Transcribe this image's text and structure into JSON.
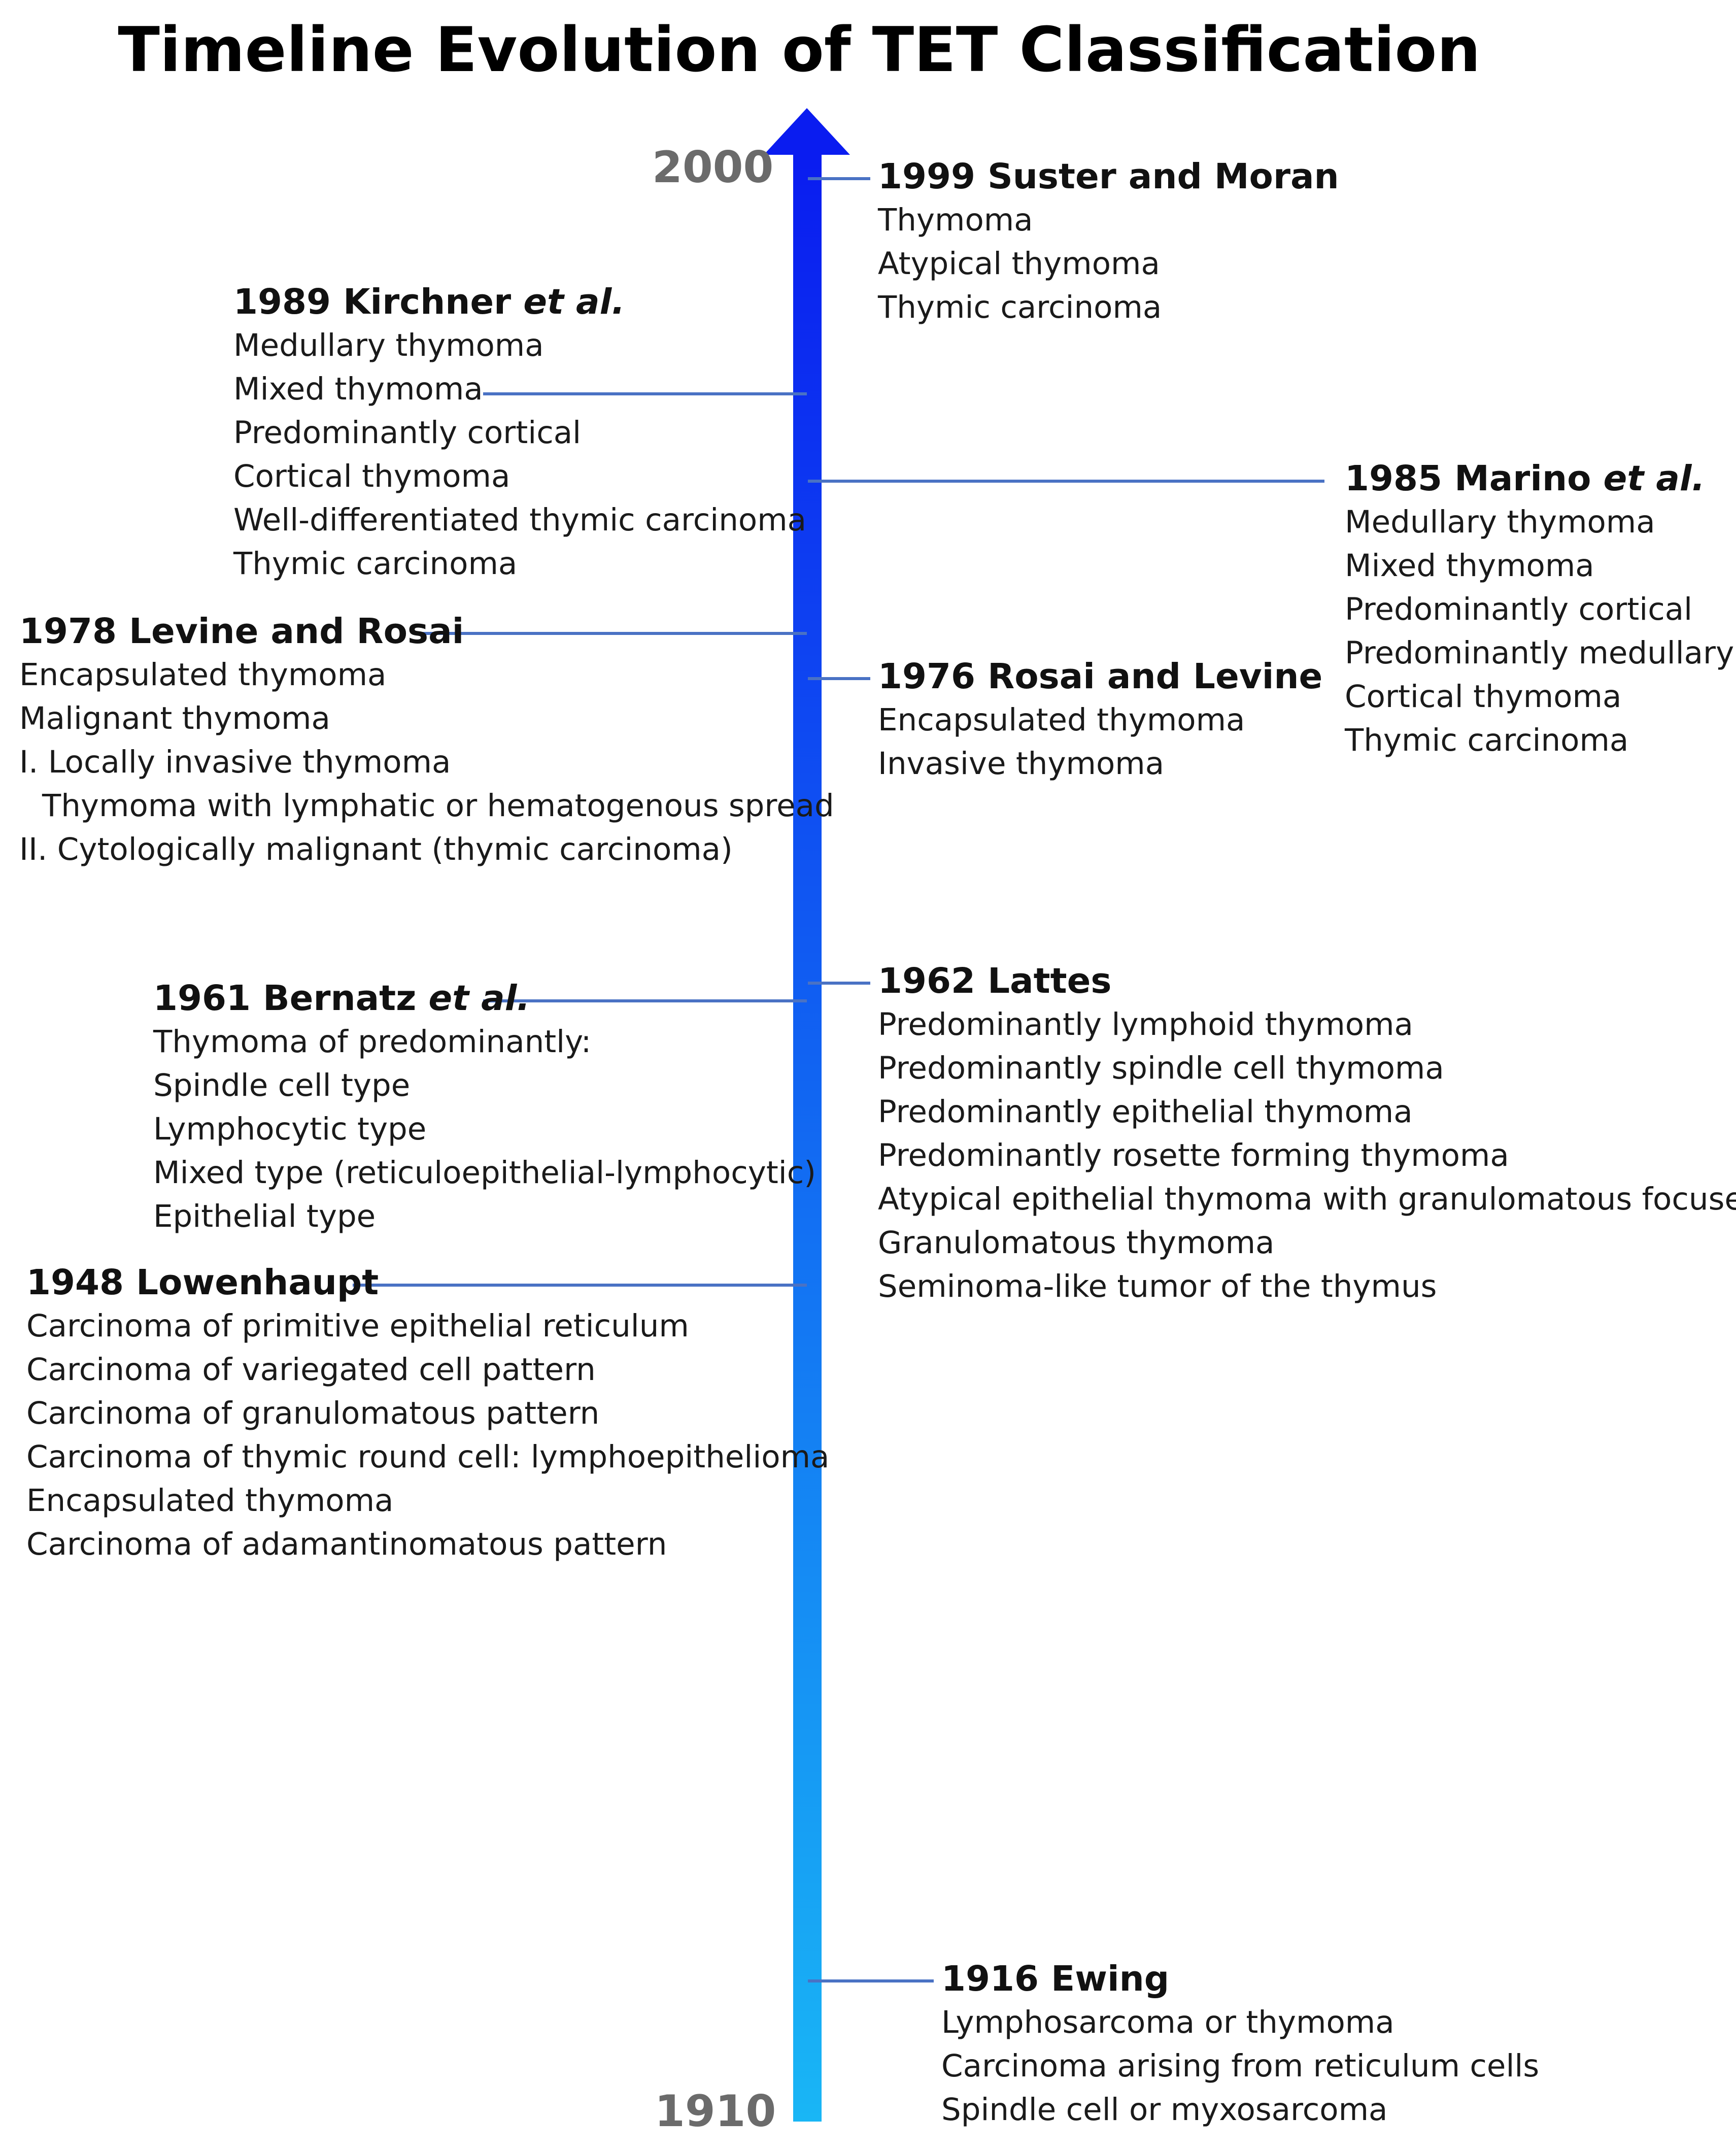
{
  "title": "Timeline Evolution of TET Classification",
  "axis": {
    "start_year": "1910",
    "end_year": "2000",
    "color_top": "#0a1cf0",
    "color_bottom": "#19b6f5",
    "connector_color": "#4a72c4"
  },
  "entries": [
    {
      "year": 1999,
      "authors": "Suster and Moran",
      "etal": "",
      "items": [
        "Thymoma",
        "Atypical thymoma",
        "Thymic carcinoma"
      ]
    },
    {
      "year": 1989,
      "authors": "Kirchner",
      "etal": "et al.",
      "items": [
        "Medullary thymoma",
        "Mixed thymoma",
        "Predominantly cortical",
        "Cortical thymoma",
        "Well-differentiated thymic carcinoma",
        "Thymic carcinoma"
      ]
    },
    {
      "year": 1985,
      "authors": "Marino",
      "etal": "et al.",
      "items": [
        "Medullary thymoma",
        "Mixed thymoma",
        "Predominantly cortical",
        "Predominantly medullary",
        "Cortical thymoma",
        "Thymic carcinoma"
      ]
    },
    {
      "year": 1978,
      "authors": "Levine and Rosai",
      "etal": "",
      "items": [
        "Encapsulated thymoma",
        "Malignant thymoma",
        "I. Locally invasive thymoma",
        "Thymoma with lymphatic or hematogenous spread",
        "II. Cytologically malignant (thymic carcinoma)"
      ]
    },
    {
      "year": 1976,
      "authors": "Rosai and Levine",
      "etal": "",
      "items": [
        "Encapsulated thymoma",
        "Invasive thymoma"
      ]
    },
    {
      "year": 1962,
      "authors": "Lattes",
      "etal": "",
      "items": [
        "Predominantly lymphoid thymoma",
        "Predominantly spindle cell thymoma",
        "Predominantly epithelial thymoma",
        "Predominantly rosette forming thymoma",
        "Atypical epithelial thymoma with granulomatous focuses",
        "Granulomatous thymoma",
        "Seminoma-like tumor of the thymus"
      ]
    },
    {
      "year": 1961,
      "authors": "Bernatz",
      "etal": "et al.",
      "items": [
        "Thymoma of predominantly:",
        "Spindle cell type",
        "Lymphocytic type",
        "Mixed type (reticuloepithelial-lymphocytic)",
        "Epithelial type"
      ]
    },
    {
      "year": 1948,
      "authors": "Lowenhaupt",
      "etal": "",
      "items": [
        "Carcinoma of primitive epithelial reticulum",
        "Carcinoma of variegated cell pattern",
        "Carcinoma of granulomatous pattern",
        "Carcinoma of thymic round cell: lymphoepithelioma",
        "Encapsulated thymoma",
        "Carcinoma of adamantinomatous pattern"
      ]
    },
    {
      "year": 1916,
      "authors": "Ewing",
      "etal": "",
      "items": [
        "Lymphosarcoma or thymoma",
        "Carcinoma arising from reticulum cells",
        "Spindle cell or myxosarcoma"
      ]
    }
  ]
}
